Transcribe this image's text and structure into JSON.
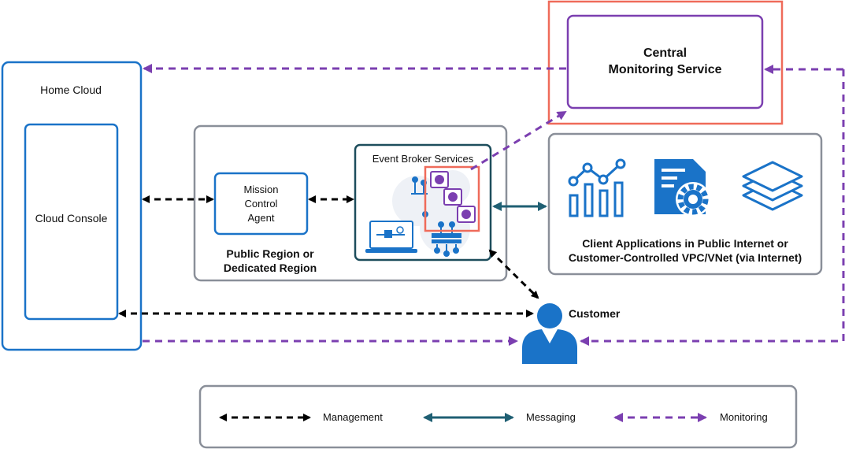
{
  "home_cloud": {
    "label": "Home Cloud",
    "console_label": "Cloud Console"
  },
  "central_monitoring": {
    "line1": "Central",
    "line2": "Monitoring Service"
  },
  "region": {
    "agent_line1": "Mission",
    "agent_line2": "Control",
    "agent_line3": "Agent",
    "label_line1": "Public Region or",
    "label_line2": "Dedicated Region"
  },
  "event_broker": {
    "label": "Event Broker Services"
  },
  "client_apps": {
    "line1": "Client Applications in Public Internet or",
    "line2": "Customer-Controlled VPC/VNet (via Internet)"
  },
  "customer": {
    "label": "Customer"
  },
  "legend": {
    "management": "Management",
    "messaging": "Messaging",
    "monitoring": "Monitoring"
  },
  "colors": {
    "blue": "#1a73c8",
    "gray": "#8a8f99",
    "purple": "#7b3fb0",
    "teal": "#1f5f73",
    "highlight": "#ef6b5a",
    "dark_teal_box": "#1d4d5c"
  },
  "icons": [
    "bar-line-chart-icon",
    "document-gear-icon",
    "layers-icon",
    "person-icon",
    "laptop-icon",
    "broker-mascot-icon"
  ]
}
